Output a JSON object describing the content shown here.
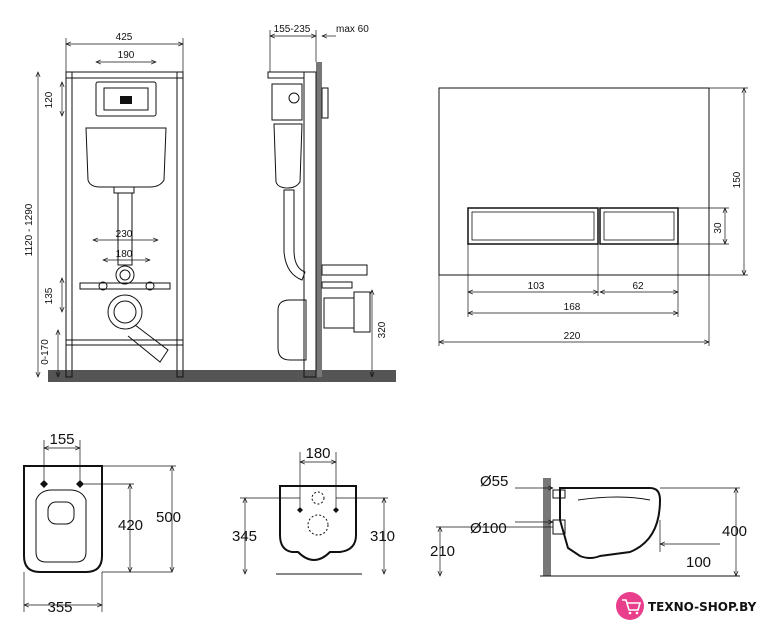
{
  "frame_front": {
    "width_total": "425",
    "width_top_plate": "190",
    "height_top": "120",
    "height_total": "1120 - 1290",
    "width_studs": "230",
    "width_studs_inner": "180",
    "height_waste": "135",
    "height_bottom": "0-170"
  },
  "frame_side": {
    "depth": "155-235",
    "max_depth": "max 60",
    "height_pipe": "320"
  },
  "flush_plate": {
    "height": "150",
    "button_height": "30",
    "button_offset": "103",
    "button_right": "62",
    "buttons_width": "168",
    "width": "220"
  },
  "bowl_top": {
    "width_top": "155",
    "length_a": "420",
    "length_b": "500",
    "width": "355"
  },
  "bowl_back": {
    "width_studs": "180",
    "height_studs": "345",
    "height_right": "310"
  },
  "bowl_side": {
    "inlet": "Ø55",
    "outlet": "Ø100",
    "height_outlet": "210",
    "height_top": "400",
    "depth_outlet": "100"
  },
  "watermark": {
    "brand": "TEXNO-SHOP.BY"
  }
}
